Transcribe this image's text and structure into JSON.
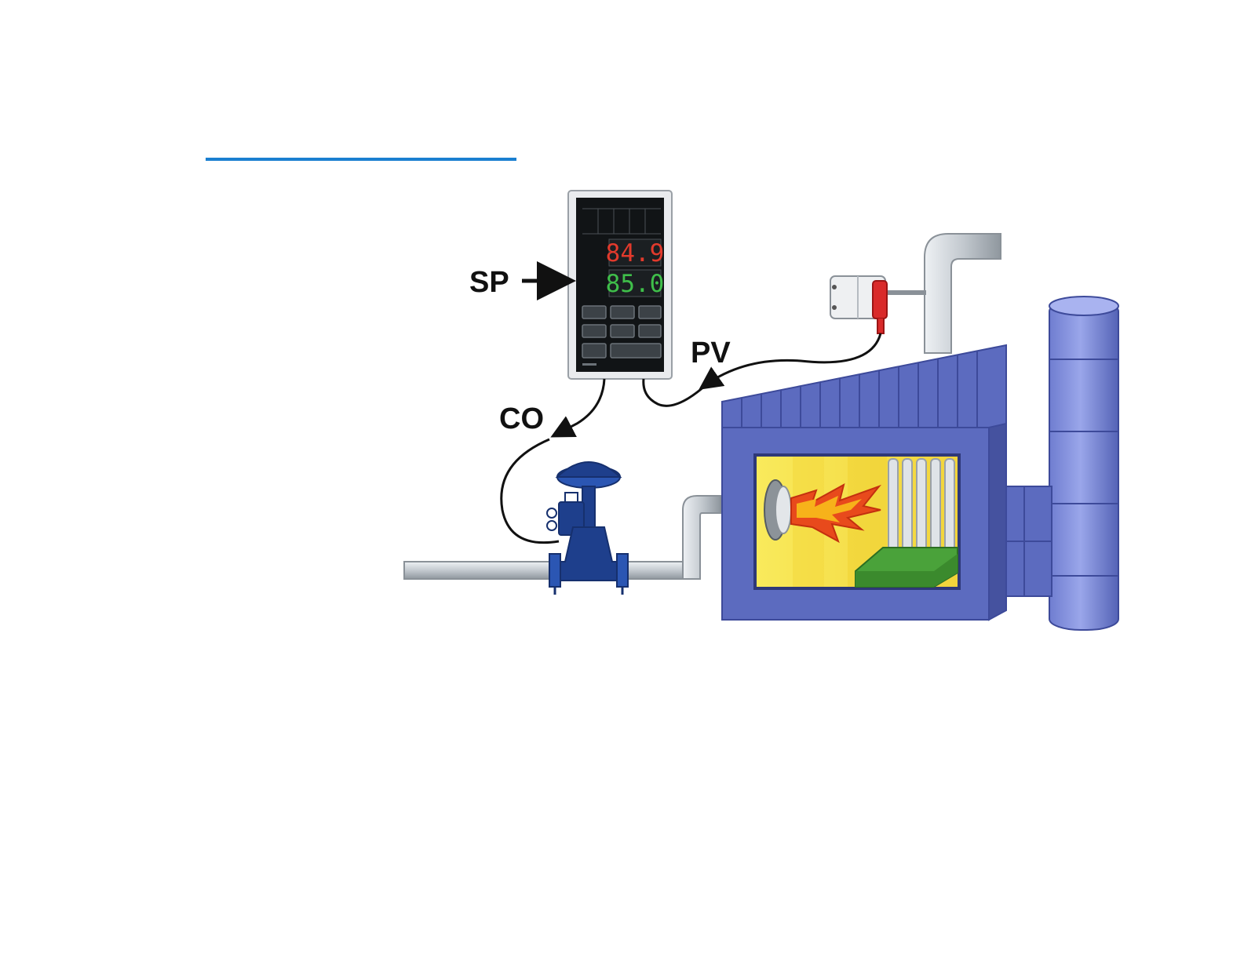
{
  "labels": {
    "sp": "SP",
    "pv": "PV",
    "co": "CO"
  },
  "controller": {
    "pv_display": "84.9",
    "sp_display": "85.0",
    "pv_color": "#e23a2c",
    "sp_color": "#3fbf4a"
  },
  "colors": {
    "accent": "#1a7fd0",
    "furnace": "#5c6bbf",
    "furnace_dark": "#3d4a9a",
    "firebox": "#f6e24a",
    "pipe": "#c9ced3",
    "valve": "#1e3f8c",
    "sensor": "#d92a2a"
  },
  "icons": [
    "controller-icon",
    "control-valve-icon",
    "temperature-sensor-icon",
    "burner-flame-icon",
    "furnace-icon",
    "stack-icon"
  ]
}
